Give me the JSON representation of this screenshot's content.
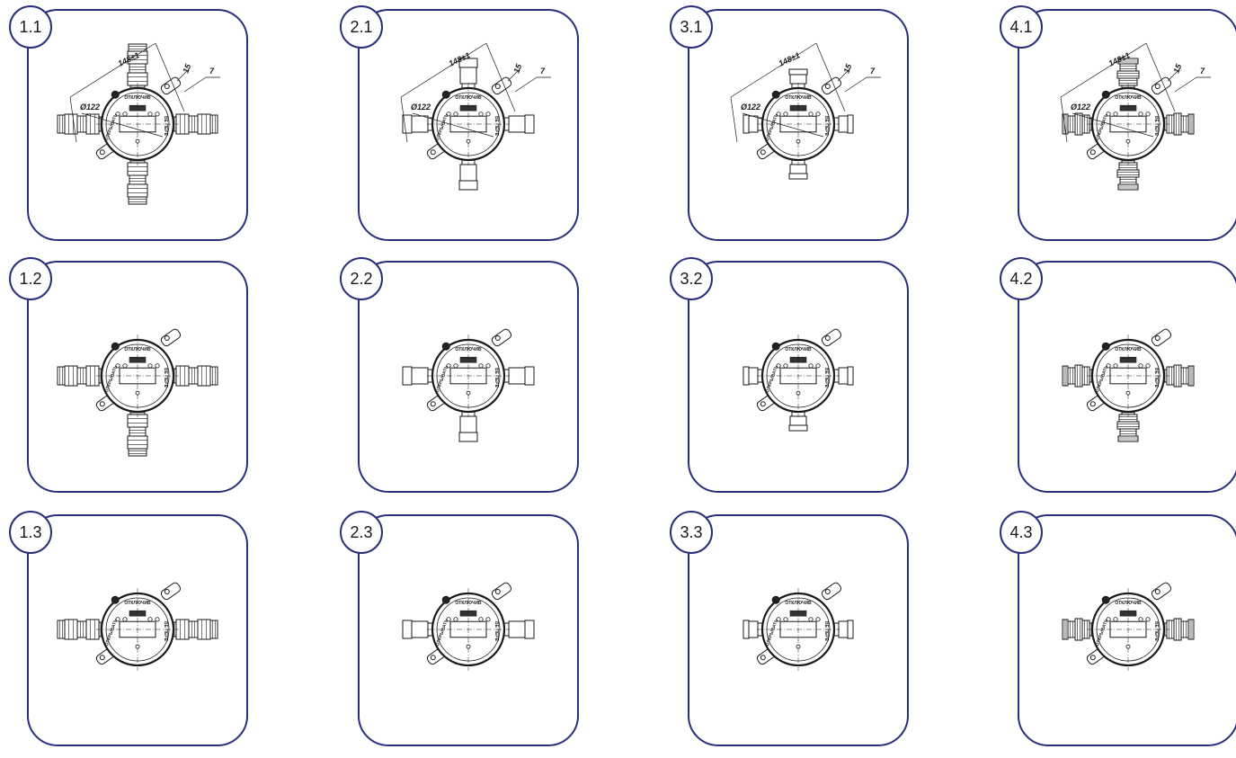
{
  "cells": [
    {
      "label": "1.1",
      "gland": "long",
      "ports": [
        "left",
        "right",
        "top",
        "bottom"
      ],
      "dims": true
    },
    {
      "label": "2.1",
      "gland": "short",
      "ports": [
        "left",
        "right",
        "top",
        "bottom"
      ],
      "dims": true
    },
    {
      "label": "3.1",
      "gland": "small",
      "ports": [
        "left",
        "right",
        "top",
        "bottom"
      ],
      "dims": true
    },
    {
      "label": "4.1",
      "gland": "cone",
      "ports": [
        "left",
        "right",
        "top",
        "bottom"
      ],
      "dims": true
    },
    {
      "label": "1.2",
      "gland": "long",
      "ports": [
        "left",
        "right",
        "bottom"
      ],
      "dims": false
    },
    {
      "label": "2.2",
      "gland": "short",
      "ports": [
        "left",
        "right",
        "bottom"
      ],
      "dims": false
    },
    {
      "label": "3.2",
      "gland": "small",
      "ports": [
        "left",
        "right",
        "bottom"
      ],
      "dims": false
    },
    {
      "label": "4.2",
      "gland": "cone",
      "ports": [
        "left",
        "right",
        "bottom"
      ],
      "dims": false
    },
    {
      "label": "1.3",
      "gland": "long",
      "ports": [
        "left",
        "right"
      ],
      "dims": false
    },
    {
      "label": "2.3",
      "gland": "short",
      "ports": [
        "left",
        "right"
      ],
      "dims": false
    },
    {
      "label": "3.3",
      "gland": "small",
      "ports": [
        "left",
        "right"
      ],
      "dims": false
    },
    {
      "label": "4.3",
      "gland": "cone",
      "ports": [
        "left",
        "right"
      ],
      "dims": false
    }
  ],
  "drawing_text": {
    "dim_length": "148±1",
    "dim_diameter": "Ø122",
    "dim_15": "15",
    "dim_7": "7",
    "marking_top": "ОТКЛЮЧИВ",
    "marking_left": "ОТКРЫВАТЬ",
    "marking_right": "ВЕ ПЕРЕ"
  },
  "colors": {
    "frame": "#2a2f7a",
    "line": "#1a1a1a"
  }
}
